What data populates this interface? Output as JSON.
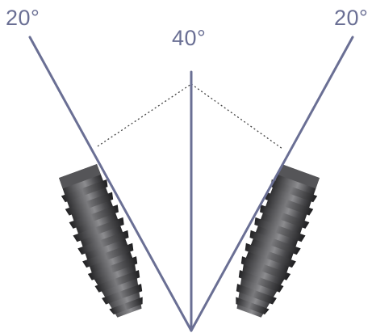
{
  "labels": {
    "left_angle": "20°",
    "center_angle": "40°",
    "right_angle": "20°"
  },
  "colors": {
    "line": "#6a6f94",
    "label": "#6a6f94",
    "dotted": "#444444",
    "implant_dark": "#2d2d2f",
    "implant_mid": "#5a5a5d",
    "implant_light": "#9b9b9e"
  },
  "figure": {
    "subject": "two-tilted-dental-implants",
    "implant_tilt_degrees": 20
  }
}
